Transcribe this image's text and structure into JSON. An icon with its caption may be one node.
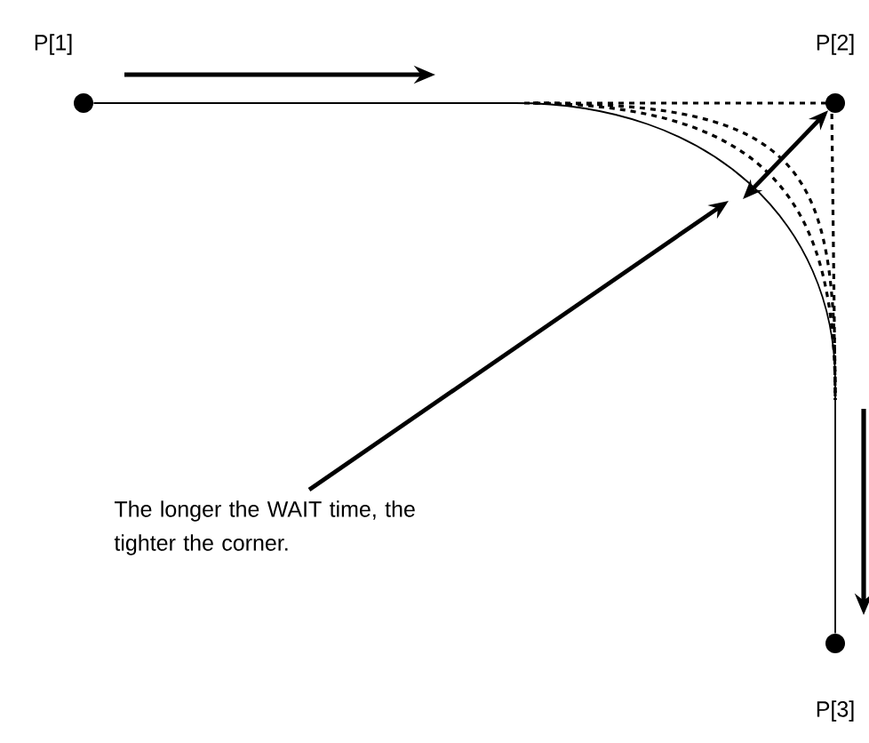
{
  "diagram": {
    "nodes": [
      {
        "text": [],
        "shape": "circle",
        "beside": [
          "P[1]"
        ]
      },
      {
        "text": [],
        "shape": "circle",
        "beside": [
          "P[2]"
        ]
      },
      {
        "text": [],
        "shape": "circle",
        "beside": [
          "P[3]"
        ]
      },
      {
        "text": [
          "The longer the WAIT time, the tighter the corner."
        ]
      }
    ],
    "edges": [
      {
        "from": 0,
        "to": 2,
        "arrow": "none"
      },
      {
        "from": 3,
        "to": null,
        "arrow": "to"
      },
      {
        "from": 1,
        "to": null,
        "arrow": "both"
      }
    ]
  }
}
